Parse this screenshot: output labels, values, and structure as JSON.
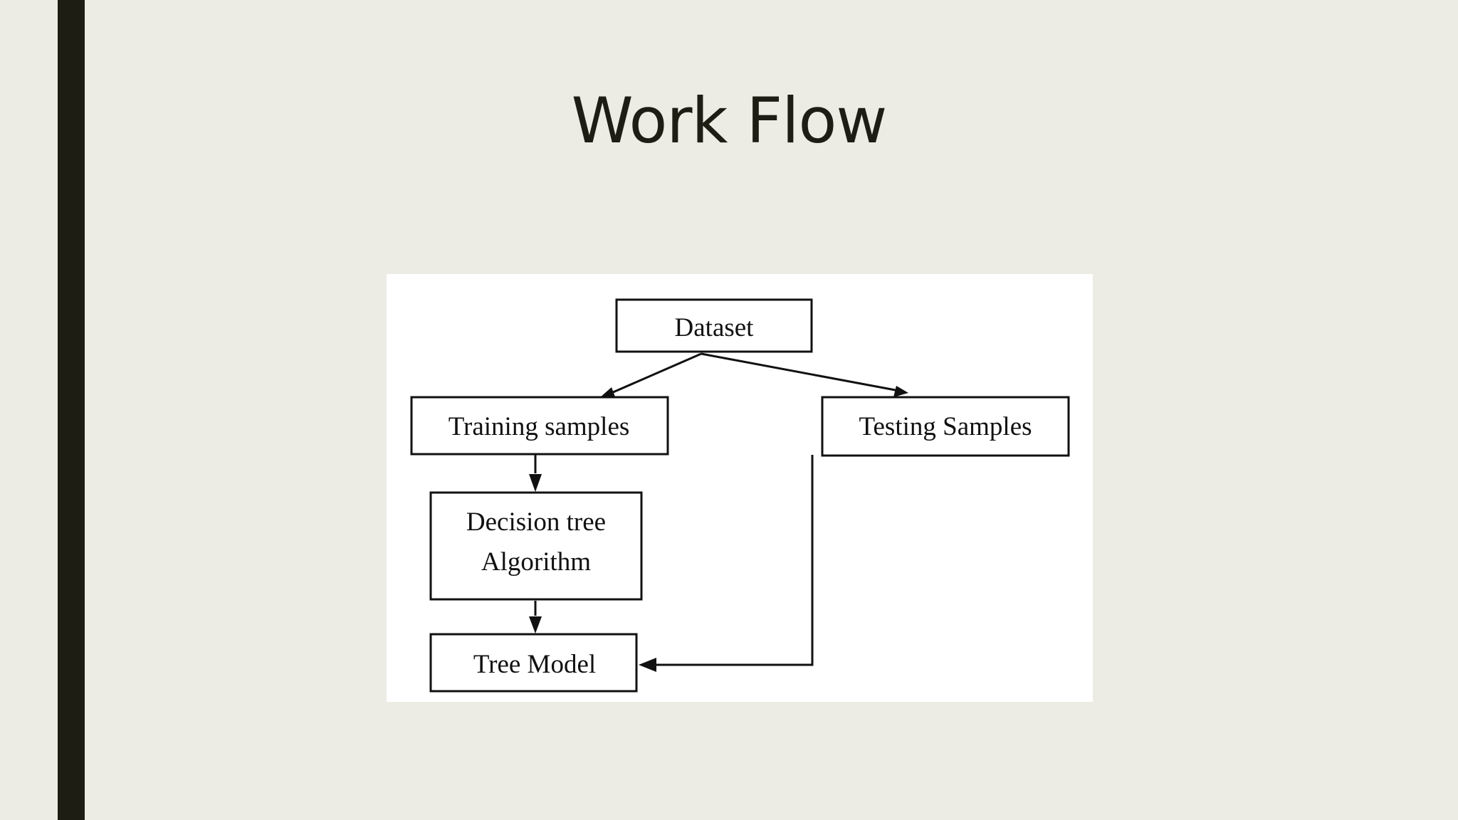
{
  "slide": {
    "title": "Work Flow"
  },
  "diagram": {
    "nodes": {
      "dataset": "Dataset",
      "training": "Training samples",
      "testing": "Testing Samples",
      "decision_line1": "Decision tree",
      "decision_line2": "Algorithm",
      "tree_model": "Tree Model"
    },
    "edges": [
      {
        "from": "Dataset",
        "to": "Training samples"
      },
      {
        "from": "Dataset",
        "to": "Testing Samples"
      },
      {
        "from": "Training samples",
        "to": "Decision tree Algorithm"
      },
      {
        "from": "Decision tree Algorithm",
        "to": "Tree Model"
      },
      {
        "from": "Testing Samples",
        "to": "Tree Model"
      }
    ]
  },
  "colors": {
    "background": "#edece4",
    "accent_bar": "#1e1d14",
    "diagram_background": "#ffffff",
    "stroke": "#111111"
  }
}
